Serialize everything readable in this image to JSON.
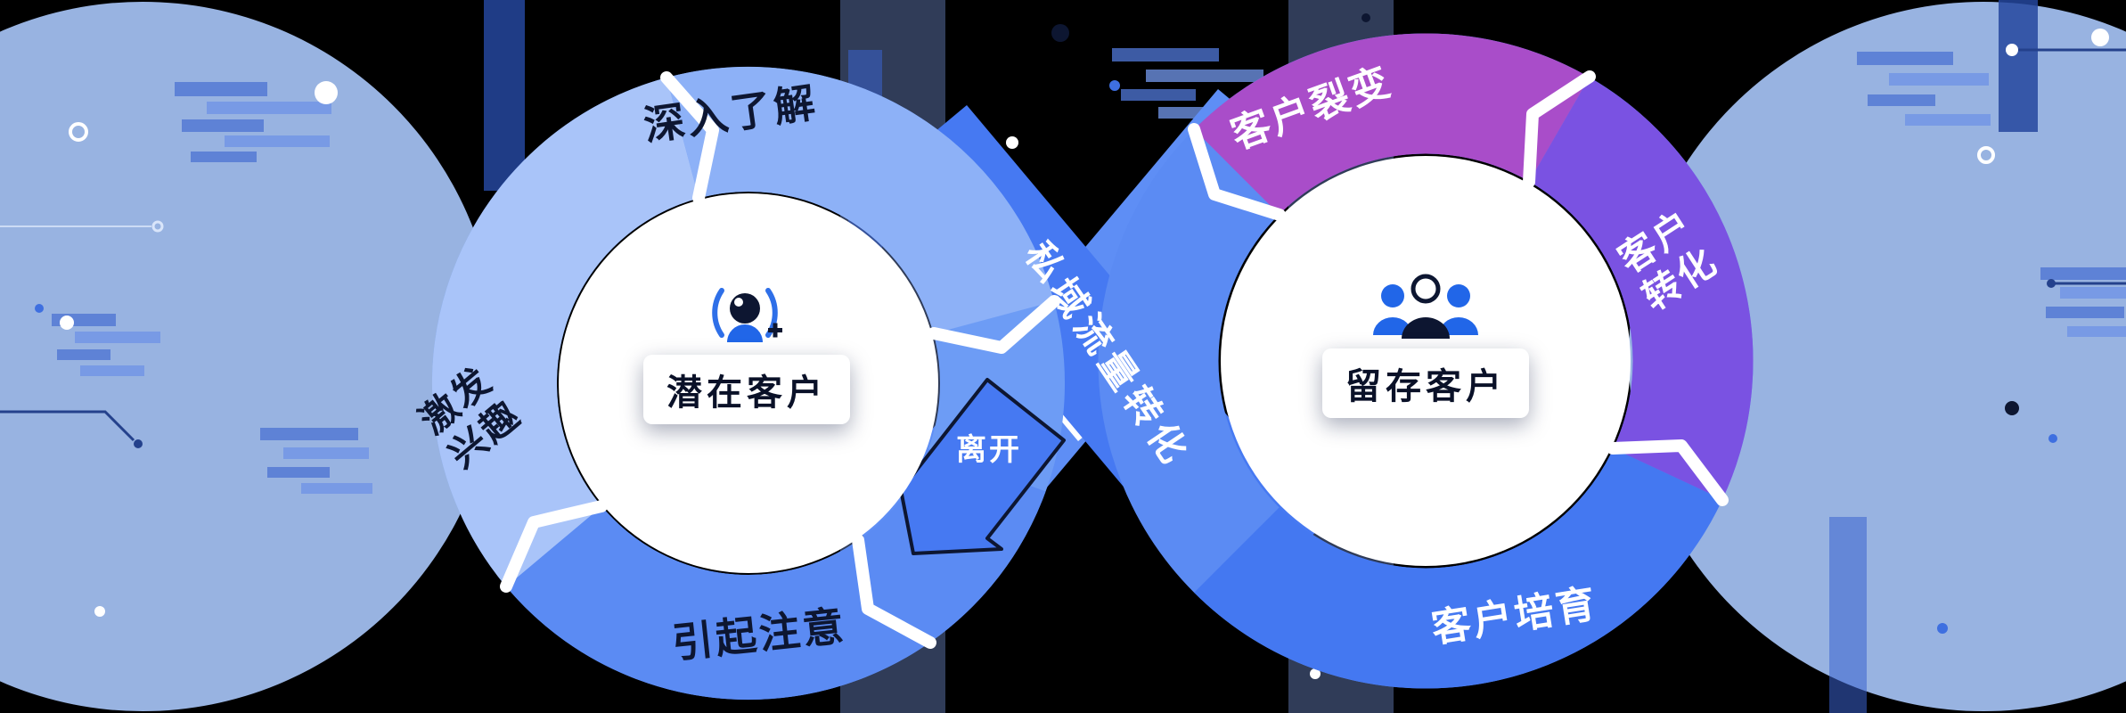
{
  "left_cycle": {
    "center": {
      "label": "潜在客户"
    },
    "stages": [
      {
        "position": "top",
        "label": "深入了解"
      },
      {
        "position": "left",
        "label": "激发\n兴趣"
      },
      {
        "position": "bottom",
        "label": "引起注意"
      }
    ]
  },
  "right_cycle": {
    "center": {
      "label": "留存客户"
    },
    "stages": [
      {
        "position": "top",
        "label": "客户裂变"
      },
      {
        "position": "right",
        "label": "客户\n转化"
      },
      {
        "position": "bottom",
        "label": "客户培育"
      }
    ]
  },
  "flows": {
    "conversion_label": "私域流量转化",
    "leave_label": "离开"
  },
  "icons": {
    "left_center": "prospect-signal-plus-icon",
    "right_center": "people-group-icon"
  },
  "colors": {
    "page_background": "#000000",
    "bg_circle": "#A4C1F2",
    "ring_blue": "#6D9CF5",
    "ring_blue_strong": "#5B8BF3",
    "ring_blue_light": "#8DB1F7",
    "ring_blue_lighter": "#A9C4F9",
    "band_blue": "#4679F2",
    "band_blue_soft": "#5E8EF5",
    "purple_magenta": "#A94DC9",
    "purple_violet": "#7A52E2",
    "ink": "#0D1631",
    "white": "#FFFFFF"
  }
}
